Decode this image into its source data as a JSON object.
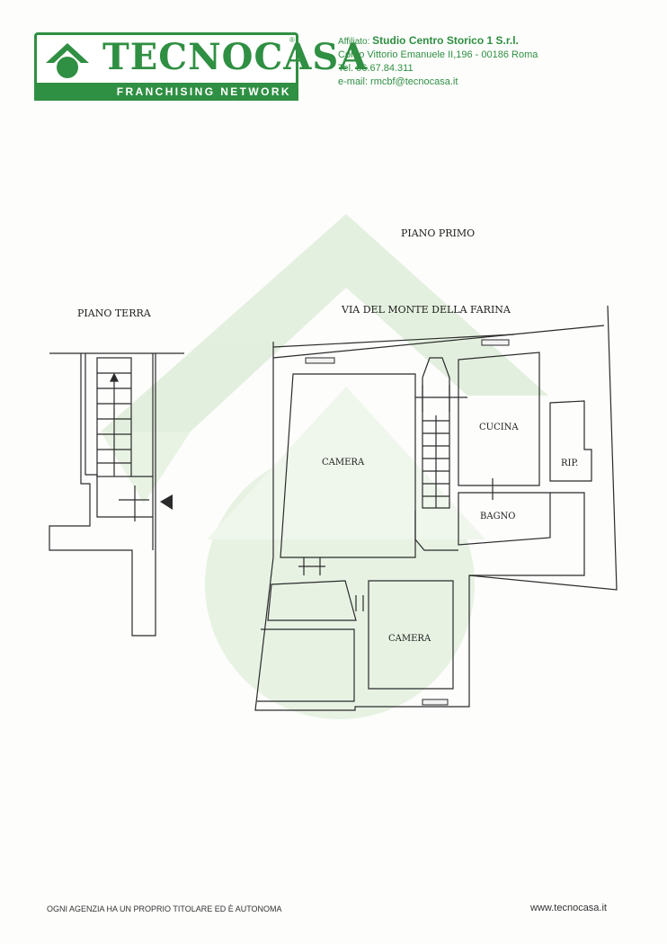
{
  "header": {
    "logo": {
      "wordmark": "TECNOCASA",
      "registered": "®",
      "tagline": "FRANCHISING NETWORK"
    },
    "agency": {
      "prefix": "Affiliato:",
      "name": "Studio Centro Storico 1 S.r.l.",
      "address": "Corso Vittorio Emanuele II,196 - 00186 Roma",
      "phone": "Tel. 06.67.84.311",
      "email": "e-mail: rmcbf@tecnocasa.it"
    }
  },
  "plan": {
    "first_floor_title": "PIANO PRIMO",
    "ground_floor_title": "PIANO TERRA",
    "street": "VIA DEL MONTE DELLA FARINA",
    "rooms": {
      "camera_1": "CAMERA",
      "cucina": "CUCINA",
      "rip": "RIP.",
      "bagno": "BAGNO",
      "camera_2": "CAMERA"
    }
  },
  "footer": {
    "disclaimer": "OGNI AGENZIA HA UN PROPRIO TITOLARE ED È AUTONOMA",
    "website": "www.tecnocasa.it"
  },
  "colors": {
    "brand_green": "#2f8f42",
    "watermark_green": "#d9ead3",
    "wall_line": "#2b2b2b"
  }
}
